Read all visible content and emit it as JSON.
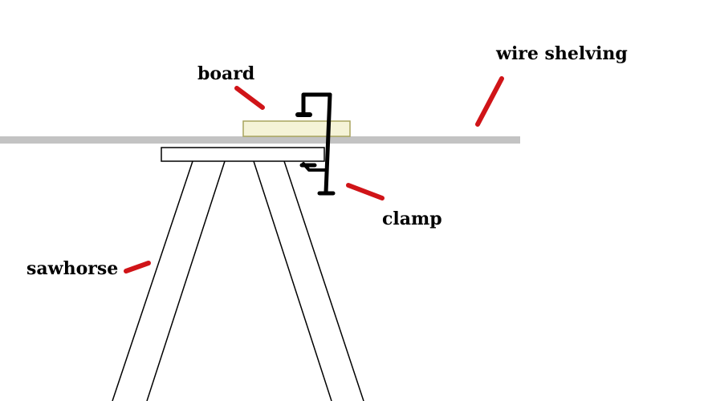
{
  "labels": {
    "board": "board",
    "wire_shelving": "wire shelving",
    "clamp": "clamp",
    "sawhorse": "sawhorse"
  },
  "colors": {
    "background": "#ffffff",
    "shelf": "#c3c3c3",
    "board_fill": "#f5f3d7",
    "board_stroke": "#a8a45e",
    "clamp": "#000000",
    "pointer": "#d01418",
    "sawhorse_stroke": "#000000"
  }
}
